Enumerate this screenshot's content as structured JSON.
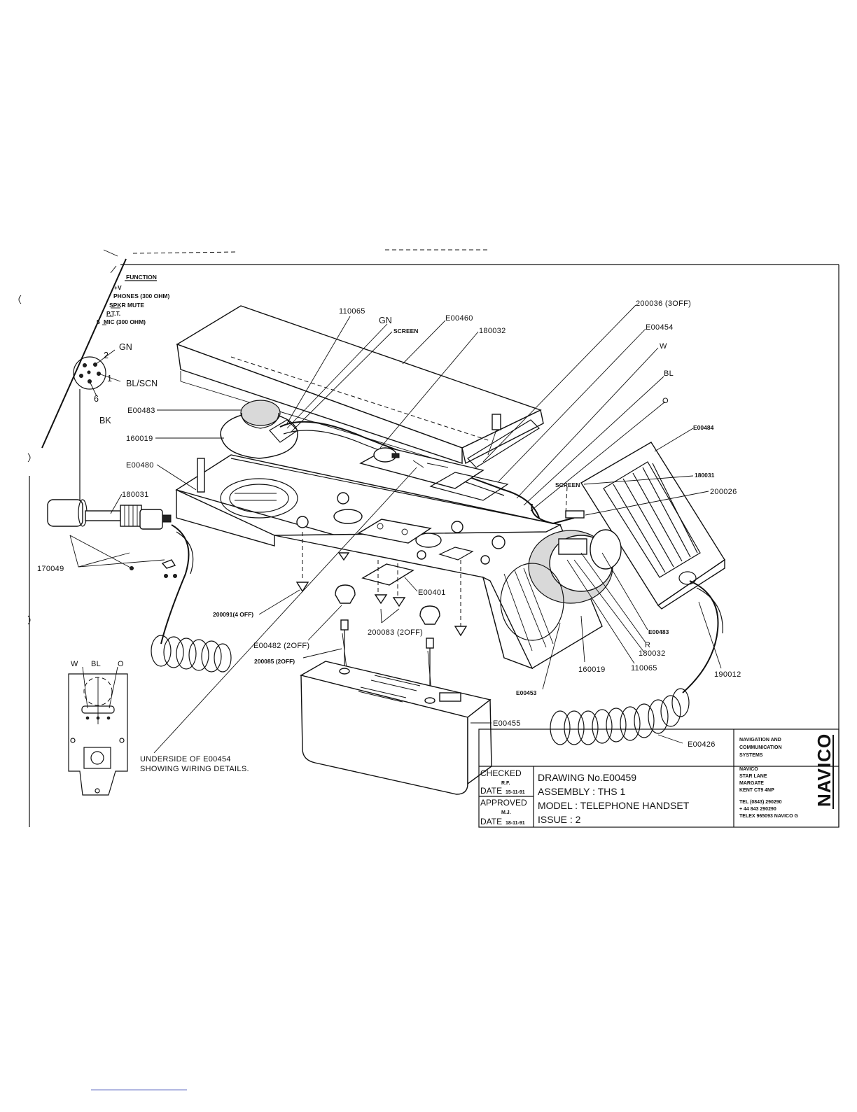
{
  "connector_table": {
    "header": "FUNCTION",
    "rows": [
      "+V",
      "PHONES (300 OHM)",
      "SPKR MUTE",
      "P.T.T.",
      "MIC (300 OHM)"
    ],
    "row_numbers": [
      "",
      "",
      "",
      "",
      "5"
    ]
  },
  "pin_diagram": {
    "labels": [
      "2",
      "GN",
      "1",
      "BL/SCN",
      "6",
      "BK"
    ]
  },
  "part_labels": {
    "p110065_top": "110065",
    "gn": "GN",
    "screen_top": "SCREEN",
    "e00460": "E00460",
    "p180032_top": "180032",
    "p200036": "200036 (3OFF)",
    "e00454": "E00454",
    "w": "W",
    "bl": "BL",
    "o": "O",
    "e00484": "E00484",
    "p180031_right": "180031",
    "screen_right": "SCREEN",
    "p200026": "200026",
    "e00483_left": "E00483",
    "p160019_left": "160019",
    "e00480": "E00480",
    "p180031_left": "180031",
    "p170049": "170049",
    "p200091": "200091(4 OFF)",
    "e00401": "E00401",
    "e00482": "E00482 (2OFF)",
    "p200083": "200083 (2OFF)",
    "p200085": "200085 (2OFF)",
    "e00483_right": "E00483",
    "r": "R",
    "p180032_right": "180032",
    "p160019_right": "160019",
    "p110065_right": "110065",
    "p190012": "190012",
    "e00453": "E00453",
    "e00455": "E00455",
    "e00426": "E00426"
  },
  "underside": {
    "labels": [
      "W",
      "BL",
      "O"
    ],
    "caption_line1": "UNDERSIDE  OF E00454",
    "caption_line2": "SHOWING  WIRING DETAILS."
  },
  "title_block": {
    "checked_label": "CHECKED",
    "checked_initials": "R.F.",
    "date1_label": "DATE",
    "date1_value": "15-11-91",
    "approved_label": "APPROVED",
    "approved_initials": "M.J.",
    "date2_label": "DATE",
    "date2_value": "18-11-91",
    "drawing_no": "DRAWING No.E00459",
    "assembly": "ASSEMBLY : THS 1",
    "model": "MODEL : TELEPHONE HANDSET",
    "issue": "ISSUE : 2",
    "company_lines": [
      "NAVIGATION AND",
      "COMMUNICATION",
      "SYSTEMS"
    ],
    "address_lines": [
      "NAVICO",
      "STAR LANE",
      "MARGATE",
      "KENT CT9 4NP"
    ],
    "contact_lines": [
      "TEL (0843) 290290",
      "+ 44 843 290290",
      "TELEX 965093 NAVICO G"
    ],
    "logo": "NAVICO"
  }
}
